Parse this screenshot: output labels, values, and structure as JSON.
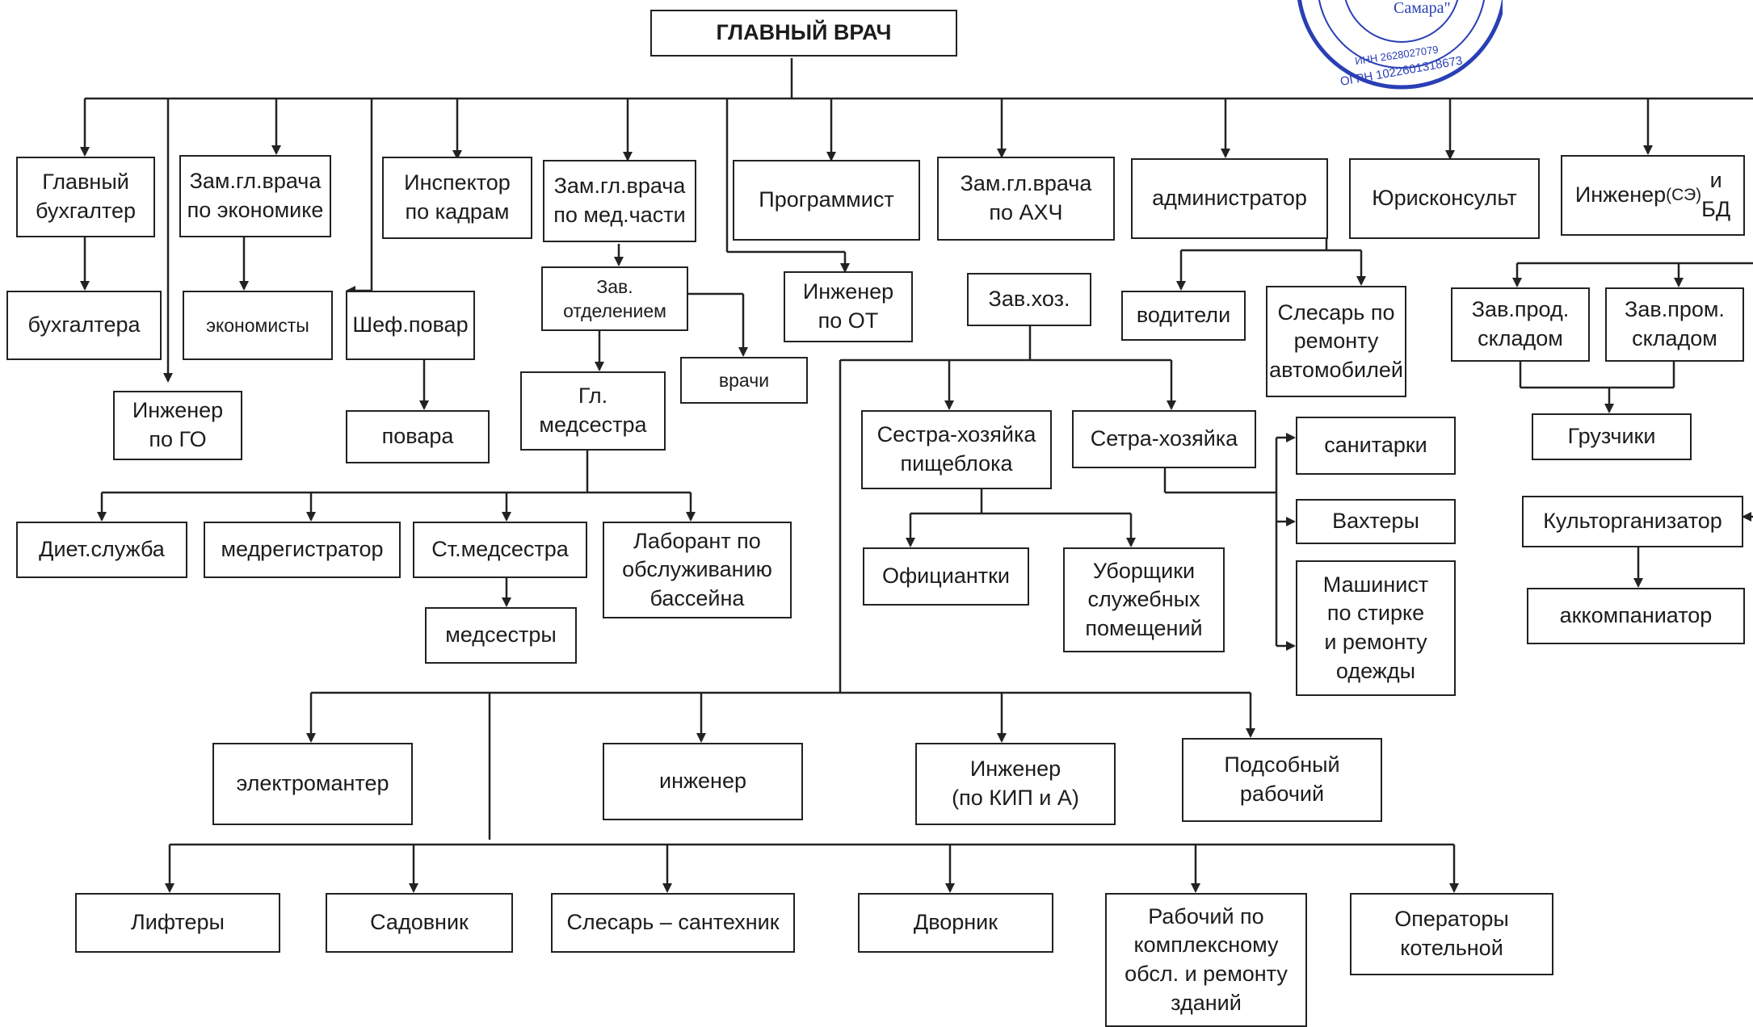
{
  "nodes": {
    "chief": "ГЛАВНЫЙ ВРАЧ",
    "chief_accountant": "Главный\nбухгалтер",
    "deputy_economics": "Зам.гл.врача\nпо экономике",
    "hr_inspector": "Инспектор\nпо кадрам",
    "deputy_medical": "Зам.гл.врача\nпо мед.части",
    "programmer": "Программист",
    "deputy_ahch": "Зам.гл.врача\nпо АХЧ",
    "administrator": "администратор",
    "legal_counsel": "Юрисконсульт",
    "engineer_se_prefix": "Инженер ",
    "engineer_se_small": "(СЭ)",
    "engineer_se_suffix": " и\nБД",
    "accountants": "бухгалтера",
    "economists": "экономисты",
    "head_chef": "Шеф.повар",
    "head_department": "Зав.\nотделением",
    "doctors": "врачи",
    "engineer_ot": "Инженер\nпо ОТ",
    "zav_hoz": "Зав.хоз.",
    "drivers": "водители",
    "mechanic_auto": "Слесарь по\nремонту\nавтомобилей",
    "zav_prod_sklad": "Зав.прод.\nскладом",
    "zav_prom_sklad": "Зав.пром.\nскладом",
    "engineer_go": "Инженер\nпо ГО",
    "cooks": "повара",
    "head_nurse": "Гл.\nмедсестра",
    "sister_food": "Сестра-хозяйка\nпищеблока",
    "sister_house": "Сетра-хозяйка",
    "orderlies": "санитарки",
    "loaders": "Грузчики",
    "diet_service": "Диет.служба",
    "med_registrar": "медрегистратор",
    "senior_nurse": "Ст.медсестра",
    "pool_lab": "Лаборант по\nобслуживанию\nбассейна",
    "watchmen": "Вахтеры",
    "culture_org": "Культорганизатор",
    "waitresses": "Официантки",
    "cleaners": "Уборщики\nслужебных\nпомещений",
    "laundry_machinist": "Машинист\nпо стирке\nи ремонту\nодежды",
    "nurses": "медсестры",
    "accompanist": "аккомпаниатор",
    "electrician": "электромантер",
    "engineer": "инженер",
    "engineer_kip": "Инженер\n(по КИП и А)",
    "helper_worker": "Подсобный\nрабочий",
    "liftmen": "Лифтеры",
    "gardener": "Садовник",
    "plumber": "Слесарь – сантехник",
    "janitor": "Дворник",
    "building_worker": "Рабочий по\nкомплексному\nобсл. и  ремонту\nзданий",
    "boiler_operators": "Операторы\nкотельной"
  },
  "stamp": {
    "text": "Самара\"",
    "inn": "ИНН 2628027079",
    "ogrn": "ОГРН 1022601318673",
    "color": "#2a3fb5"
  },
  "colors": {
    "line": "#222222",
    "box_border": "#222222"
  }
}
